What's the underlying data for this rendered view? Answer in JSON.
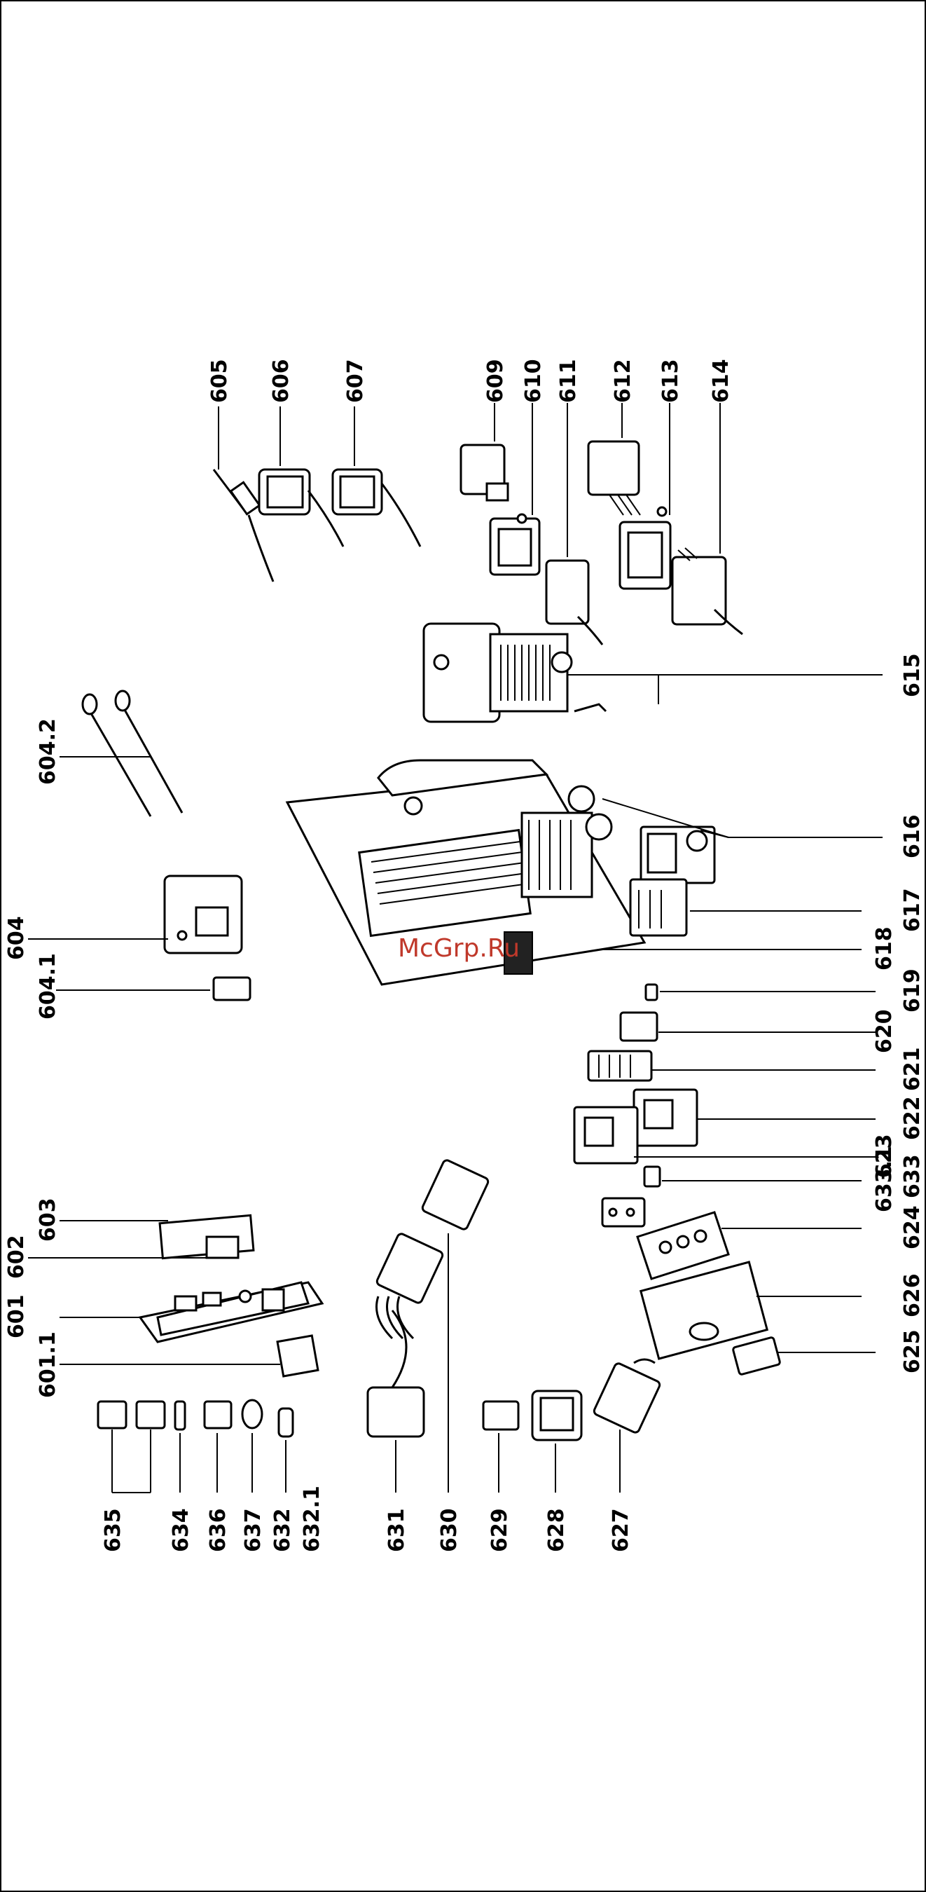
{
  "watermark": "McGrp.Ru",
  "labels": {
    "l605": "605",
    "l606": "606",
    "l607": "607",
    "l609": "609",
    "l610": "610",
    "l611": "611",
    "l612": "612",
    "l613": "613",
    "l614": "614",
    "l615": "615",
    "l604_2": "604.2",
    "l604": "604",
    "l604_1": "604.1",
    "l616": "616",
    "l617": "617",
    "l618": "618",
    "l619": "619",
    "l620": "620",
    "l621": "621",
    "l622": "622",
    "l623": "623",
    "l633_1": "633.1",
    "l633": "633",
    "l624": "624",
    "l626": "626",
    "l625": "625",
    "l603": "603",
    "l602": "602",
    "l601": "601",
    "l601_1": "601.1",
    "l635": "635",
    "l634": "634",
    "l636": "636",
    "l637": "637",
    "l632": "632",
    "l632_1": "632.1",
    "l631": "631",
    "l630": "630",
    "l629": "629",
    "l628": "628",
    "l627": "627"
  }
}
